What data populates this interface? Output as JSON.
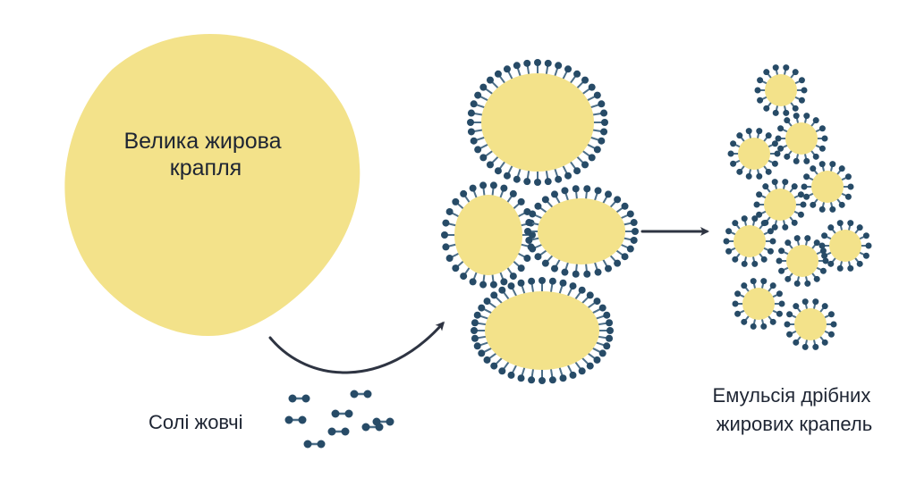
{
  "labels": {
    "large_drop": [
      "Велика жирова",
      "крапля"
    ],
    "bile_salts": "Солі жовчі",
    "emulsion": [
      "Емульсія дрібних",
      "жирових крапель"
    ]
  },
  "colors": {
    "fat": "#f3e28a",
    "molecule": "#274b67",
    "stick": "#4c6e88",
    "arrow": "#2e3442",
    "text": "#1e2533"
  }
}
